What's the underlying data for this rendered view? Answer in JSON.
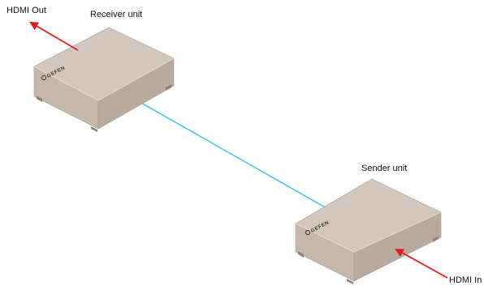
{
  "labels": {
    "receiver_unit": "Receiver unit",
    "sender_unit": "Sender unit",
    "hdmi_out": "HDMI Out",
    "hdmi_in": "HDMI In"
  },
  "brand": {
    "name": "GEFEN"
  },
  "colors": {
    "box_top": "#d3c7bd",
    "box_front": "#c5b7aa",
    "box_side": "#b9aa9d",
    "box_edge": "#a99b8f",
    "foot": "#8f8177",
    "cable": "#47c0e8",
    "arrow": "#e21b22",
    "brand_ink": "#3a3430",
    "text": "#111111"
  }
}
